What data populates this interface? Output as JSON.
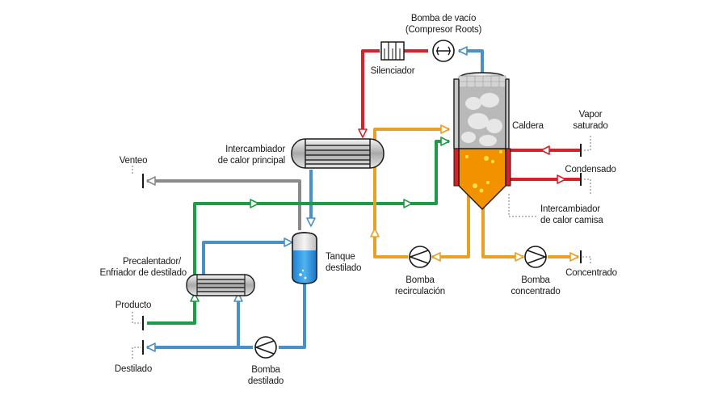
{
  "labels": {
    "vacuum_pump_1": "Bomba de vacío",
    "vacuum_pump_2": "(Compresor Roots)",
    "silencer": "Silenciador",
    "boiler": "Caldera",
    "steam_1": "Vapor",
    "steam_2": "saturado",
    "condensate": "Condensado",
    "main_hx_1": "Intercambiador",
    "main_hx_2": "de calor principal",
    "vent": "Venteo",
    "jacket_hx_1": "Intercambiador",
    "jacket_hx_2": "de calor camisa",
    "tank_1": "Tanque",
    "tank_2": "destilado",
    "preheater_1": "Precalentador/",
    "preheater_2": "Enfriador de destilado",
    "product": "Producto",
    "recirc_pump_1": "Bomba",
    "recirc_pump_2": "recirculación",
    "conc_pump_1": "Bomba",
    "conc_pump_2": "concentrado",
    "concentrate": "Concentrado",
    "distillate": "Destilado",
    "dist_pump_1": "Bomba",
    "dist_pump_2": "destilado"
  },
  "colors": {
    "vapor": "#d7202a",
    "distillate": "#4a90c8",
    "product": "#1f9a46",
    "recirculation": "#e8a026",
    "vent": "#8a8a8a",
    "concentrate_fill": "#f39200",
    "bubble": "#ffe14a"
  }
}
